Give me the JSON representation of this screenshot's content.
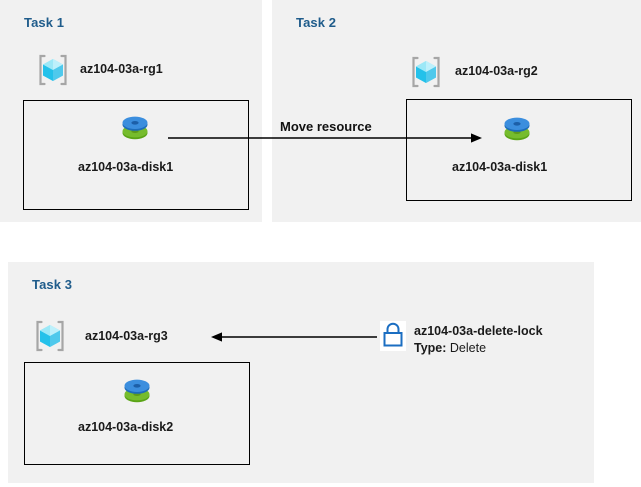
{
  "diagram": {
    "title": "Azure resource group tasks diagram",
    "background_color": "#ffffff",
    "panel_color": "#f1f1f1",
    "task_label_color": "#1f5c8b",
    "accent_blue": "#0f6cbd",
    "disk_top_color": "#3b8ede",
    "disk_bottom_color": "#76bc2d"
  },
  "tasks": [
    {
      "label": "Task 1",
      "resource_group": "az104-03a-rg1",
      "rg_icon": "resource-group-icon",
      "resource": "az104-03a-disk1",
      "resource_icon": "managed-disk-icon"
    },
    {
      "label": "Task 2",
      "resource_group": "az104-03a-rg2",
      "rg_icon": "resource-group-icon",
      "resource": "az104-03a-disk1",
      "resource_icon": "managed-disk-icon"
    },
    {
      "label": "Task 3",
      "resource_group": "az104-03a-rg3",
      "rg_icon": "resource-group-icon",
      "resource": "az104-03a-disk2",
      "resource_icon": "managed-disk-icon"
    }
  ],
  "connectors": {
    "move": {
      "caption": "Move resource",
      "direction": "right",
      "from": "az104-03a-disk1 (Task 1)",
      "to": "az104-03a-disk1 (Task 2)"
    },
    "lock_link": {
      "caption": "",
      "direction": "left",
      "from": "az104-03a-delete-lock",
      "to": "az104-03a-rg3"
    }
  },
  "lock": {
    "icon": "lock-icon",
    "name": "az104-03a-delete-lock",
    "type_label": "Type:",
    "type_value": "Delete"
  }
}
